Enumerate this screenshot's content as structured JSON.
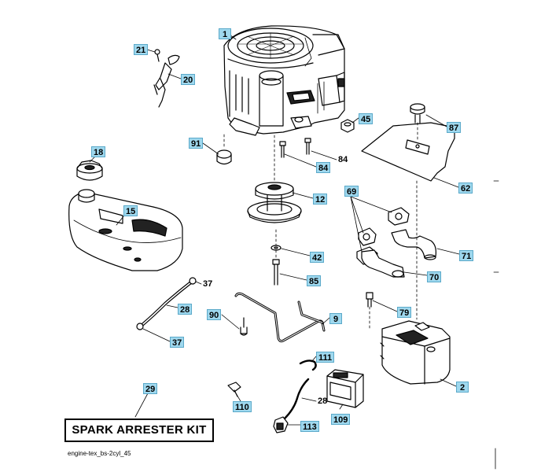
{
  "diagram": {
    "filename": "engine-tex_bs-2cyl_45",
    "kit_label": "SPARK ARRESTER KIT"
  },
  "callouts": {
    "c1": "1",
    "c21": "21",
    "c20": "20",
    "c45": "45",
    "c87": "87",
    "c91": "91",
    "c84a": "84",
    "c84b": "84",
    "c62": "62",
    "c18": "18",
    "c12": "12",
    "c69": "69",
    "c15": "15",
    "c42": "42",
    "c71": "71",
    "c85": "85",
    "c70": "70",
    "c37a": "37",
    "c28a": "28",
    "c79": "79",
    "c90": "90",
    "c9": "9",
    "c37b": "37",
    "c111": "111",
    "c2": "2",
    "c29": "29",
    "c28b": "28",
    "c110": "110",
    "c109": "109",
    "c113": "113"
  }
}
